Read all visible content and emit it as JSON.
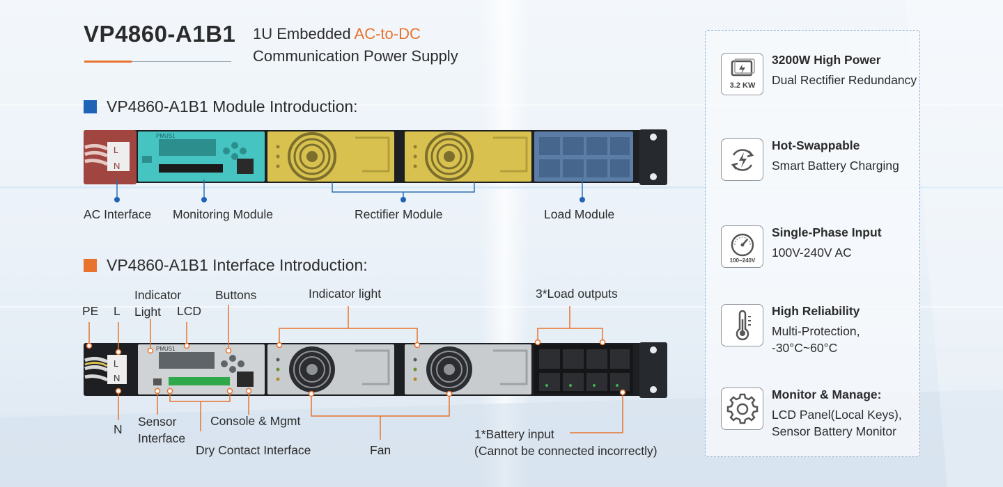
{
  "header": {
    "model": "VP4860-A1B1",
    "subtitle_prefix": "1U Embedded ",
    "subtitle_accent": "AC-to-DC",
    "subtitle_line2": "Communication Power Supply"
  },
  "colors": {
    "accent_orange": "#e8732d",
    "accent_blue": "#1f63b7",
    "callout_line_blue": "#2f6fb6",
    "callout_line_orange": "#e8732d"
  },
  "module_section": {
    "heading": "VP4860-A1B1 Module Introduction:",
    "labels": {
      "ac_interface": "AC Interface",
      "monitoring_module": "Monitoring Module",
      "rectifier_module": "Rectifier Module",
      "load_module": "Load Module"
    },
    "device": {
      "ac_l": "L",
      "ac_n": "N",
      "pmu_label": "PMUS1"
    }
  },
  "interface_section": {
    "heading": "VP4860-A1B1 Interface Introduction:",
    "labels": {
      "pe": "PE",
      "l": "L",
      "n": "N",
      "indicator_light_left_line1": "Indicator",
      "indicator_light_left_line2": "Light",
      "lcd": "LCD",
      "buttons": "Buttons",
      "indicator_light": "Indicator light",
      "load_outputs": "3*Load outputs",
      "sensor_interface_line1": "Sensor",
      "sensor_interface_line2": "Interface",
      "console_mgmt": "Console & Mgmt",
      "dry_contact_interface": "Dry Contact Interface",
      "fan": "Fan",
      "battery_input_line1": "1*Battery input",
      "battery_input_line2": "(Cannot be connected incorrectly)"
    },
    "device": {
      "ac_l": "L",
      "ac_n": "N",
      "pmu_label": "PMUS1"
    }
  },
  "features": [
    {
      "icon": "power-3-2kw-icon",
      "icon_text": "3.2 KW",
      "title": "3200W High Power",
      "desc": "Dual Rectifier Redundancy"
    },
    {
      "icon": "hot-swap-icon",
      "icon_text": "",
      "title": "Hot-Swappable",
      "desc": "Smart Battery Charging"
    },
    {
      "icon": "gauge-icon",
      "icon_text": "100~240V",
      "title": "Single-Phase Input",
      "desc": "100V-240V AC"
    },
    {
      "icon": "thermometer-icon",
      "icon_text": "",
      "title": "High Reliability",
      "desc": "Multi-Protection, -30°C~60°C"
    },
    {
      "icon": "gear-icon",
      "icon_text": "",
      "title": "Monitor & Manage:",
      "desc": "LCD Panel(Local Keys), Sensor Battery Monitor"
    }
  ]
}
